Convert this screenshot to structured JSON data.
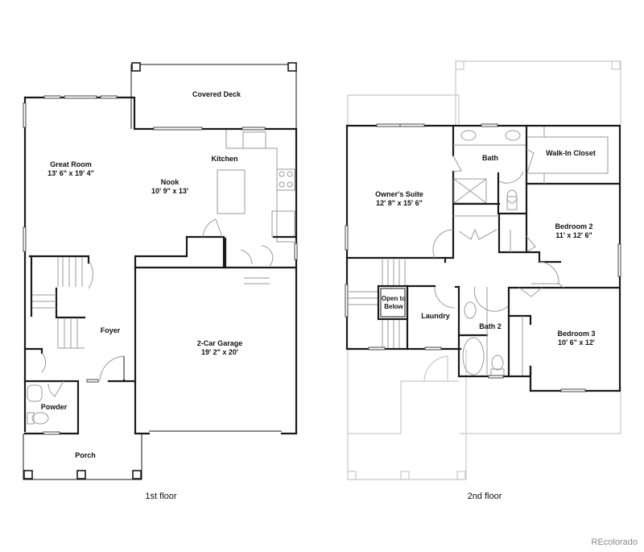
{
  "floors": [
    {
      "caption": "1st floor",
      "rooms": [
        {
          "name": "Covered Deck",
          "dims": ""
        },
        {
          "name": "Great Room",
          "dims": "13' 6\" x 19' 4\""
        },
        {
          "name": "Kitchen",
          "dims": ""
        },
        {
          "name": "Nook",
          "dims": "10' 9\" x 13'"
        },
        {
          "name": "Foyer",
          "dims": ""
        },
        {
          "name": "2-Car Garage",
          "dims": "19' 2\" x 20'"
        },
        {
          "name": "Powder",
          "dims": ""
        },
        {
          "name": "Porch",
          "dims": ""
        }
      ]
    },
    {
      "caption": "2nd floor",
      "rooms": [
        {
          "name": "Owner's Suite",
          "dims": "12' 8\" x 15' 6\""
        },
        {
          "name": "Bath",
          "dims": ""
        },
        {
          "name": "Walk-In Closet",
          "dims": ""
        },
        {
          "name": "Bedroom 2",
          "dims": "11' x 12' 6\""
        },
        {
          "name": "Open to",
          "dims": "Below"
        },
        {
          "name": "Laundry",
          "dims": ""
        },
        {
          "name": "Bath 2",
          "dims": ""
        },
        {
          "name": "Bedroom 3",
          "dims": "10' 6\" x 12'"
        }
      ]
    }
  ],
  "watermark": "REcolorado",
  "colors": {
    "wall": "#1a1a1a",
    "ghost": "#c8c8c8",
    "watermark": "#8a8a8a"
  }
}
